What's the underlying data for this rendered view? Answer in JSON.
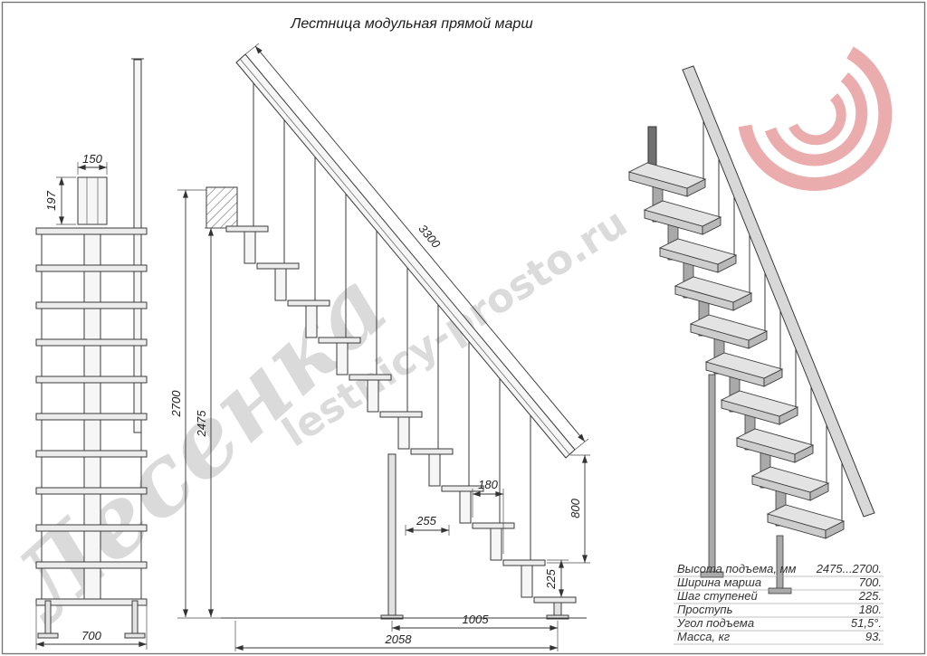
{
  "title": "Лестница модульная прямой марш",
  "watermarks": {
    "brand": "Лесенка",
    "site": "lestnicy-prosto.ru"
  },
  "front_view": {
    "dim_width": "700",
    "dim_top_width": "150",
    "dim_top_height": "197"
  },
  "side_view": {
    "dim_stringer": "3300",
    "dim_height_max": "2700",
    "dim_height_min": "2475",
    "dim_tread": "180",
    "dim_module": "255",
    "dim_rail_height": "800",
    "dim_rise": "225",
    "dim_base": "1005",
    "dim_length": "2058"
  },
  "specs": {
    "rows": [
      {
        "label": "Высота подъема, мм",
        "value": "2475...2700."
      },
      {
        "label": "Ширина марша",
        "value": "700."
      },
      {
        "label": "Шаг ступеней",
        "value": "225."
      },
      {
        "label": "Проступь",
        "value": "180."
      },
      {
        "label": "Угол подъема",
        "value": "51,5°."
      },
      {
        "label": "Масса, кг",
        "value": "93."
      }
    ]
  }
}
